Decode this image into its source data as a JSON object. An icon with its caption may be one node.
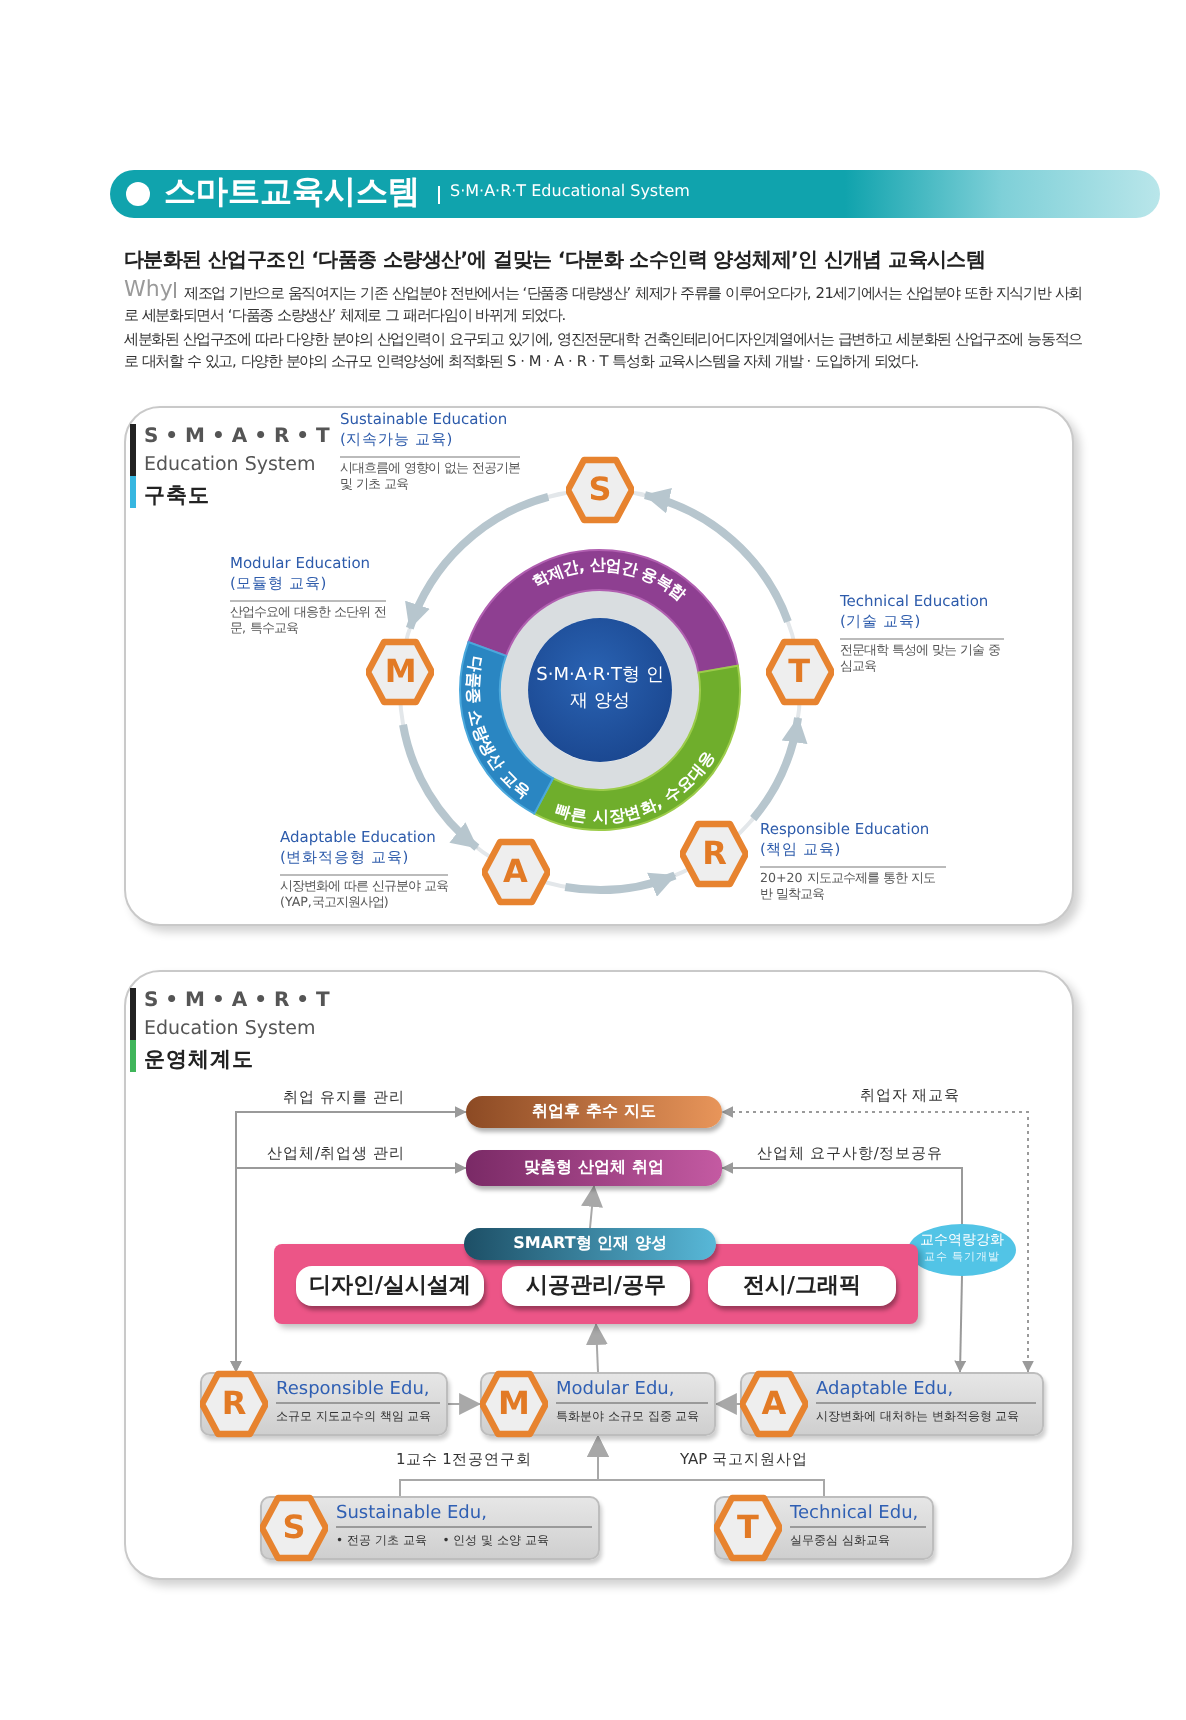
{
  "diagram": {
    "title": "스마트교육시스템",
    "nodes": [
      {
        "text": [
          "S·M·A·R·T형 인재 양성"
        ]
      },
      {
        "text": [
          "학제간, 산업간 융복합"
        ]
      },
      {
        "text": [
          "빠른 시장변화, 수요대응"
        ]
      },
      {
        "text": [
          "다품종 소량생산 교육"
        ]
      },
      {
        "text": [
          "S"
        ],
        "beside": [
          "Sustainable Education (지속가능 교육)",
          "시대흐름에 영향이 없는 전공기본 및 기초 교육"
        ]
      },
      {
        "text": [
          "T"
        ],
        "beside": [
          "Technical Education (기술 교육)",
          "전문대학 특성에 맞는 기술 중심교육"
        ]
      },
      {
        "text": [
          "R"
        ],
        "beside": [
          "Responsible Education (책임 교육)",
          "20+20 지도교수제를 통한 지도반 밀착교육"
        ]
      },
      {
        "text": [
          "A"
        ],
        "beside": [
          "Adaptable Education (변화적응형 교육)",
          "시장변화에 따른 신규분야 교육(YAP,국고지원사업)"
        ]
      },
      {
        "text": [
          "M"
        ],
        "beside": [
          "Modular Education (모듈형 교육)",
          "산업수요에 대응한 소단위 전문, 특수교육"
        ]
      },
      {
        "text": [
          "취업후 추수 지도"
        ]
      },
      {
        "text": [
          "맞춤형 산업체 취업"
        ]
      },
      {
        "text": [
          "SMART형 인재 양성"
        ]
      },
      {
        "text": [],
        "shape": "box"
      },
      {
        "text": [
          "디자인/실시설계"
        ],
        "in": 12
      },
      {
        "text": [
          "시공관리/공무"
        ],
        "in": 12
      },
      {
        "text": [
          "전시/그래픽"
        ],
        "in": 12
      },
      {
        "text": [
          "교수역량강화",
          "교수 특기개발"
        ]
      },
      {
        "text": [
          "R",
          "Responsible Edu,",
          "소규모 지도교수의 책임 교육"
        ]
      },
      {
        "text": [
          "M",
          "Modular Edu,",
          "특화분야 소규모 집중 교육"
        ]
      },
      {
        "text": [
          "A",
          "Adaptable Edu,",
          "시장변화에 대처하는 변화적응형 교육"
        ]
      },
      {
        "text": [
          "S",
          "Sustainable Edu,",
          "• 전공 기초 교육",
          "• 인성 및 소양 교육"
        ]
      },
      {
        "text": [
          "T",
          "Technical Edu,",
          "실무중심 심화교육"
        ]
      }
    ],
    "edges": [
      {
        "from": 4,
        "to": 8,
        "arrow": "to",
        "style": "thick"
      },
      {
        "from": 8,
        "to": 7,
        "arrow": "to",
        "style": "thick"
      },
      {
        "from": 7,
        "to": 6,
        "arrow": "to",
        "style": "thick"
      },
      {
        "from": 6,
        "to": 5,
        "arrow": "to",
        "style": "thick"
      },
      {
        "from": 5,
        "to": 4,
        "arrow": "to",
        "style": "thick"
      },
      {
        "from": 17,
        "to": 9,
        "arrow": "both",
        "label": "취업 유지를 관리"
      },
      {
        "from": 17,
        "to": 10,
        "arrow": "both",
        "label": "산업체/취업생 관리"
      },
      {
        "from": 11,
        "to": 10,
        "arrow": "to"
      },
      {
        "from": 16,
        "to": 10,
        "arrow": "to",
        "label": "산업체 요구사항/정보공유"
      },
      {
        "from": 16,
        "to": 19,
        "arrow": "to"
      },
      {
        "from": 19,
        "to": 9,
        "arrow": "both",
        "label": "취업자 재교육",
        "style": "dashed"
      },
      {
        "from": 18,
        "to": 12,
        "arrow": "to"
      },
      {
        "from": 17,
        "to": 18,
        "arrow": "to"
      },
      {
        "from": 19,
        "to": 18,
        "arrow": "to"
      },
      {
        "from": 20,
        "to": 18,
        "arrow": "to",
        "label": "1교수 1전공연구회"
      },
      {
        "from": 21,
        "to": 18,
        "arrow": "to",
        "label": "YAP 국고지원사업"
      }
    ],
    "labels": [
      "S·M·A·R·T Educational System",
      "다분화된 산업구조인 ‘다품종 소량생산’에 걸맞는 ‘다분화 소수인력 양성체제’인 신개념 교육시스템",
      "Why",
      "제조업 기반으로 움직여지는 기존 산업분야 전반에서는 ‘단품종 대량생산’ 체제가 주류를 이루어오다가, 21세기에서는 산업분야 또한 지식기반 사회로 세분화되면서 ‘다품종 소량생산’ 체제로 그 패러다임이 바뀌게 되었다.",
      "세분화된 산업구조에 따라 다양한 분야의 산업인력이 요구되고 있기에, 영진전문대학 건축인테리어디자인계열에서는 급변하고 세분화된 산업구조에 능동적으로 대처할 수 있고, 다양한 분야의 소규모 인력양성에 최적화된 S · M · A · R · T 특성화 교육시스템을 자체 개발 · 도입하게 되었다.",
      "S • M • A • R • T",
      "Education System",
      "구축도",
      "S • M • A • R • T",
      "Education System",
      "운영체계도"
    ]
  }
}
